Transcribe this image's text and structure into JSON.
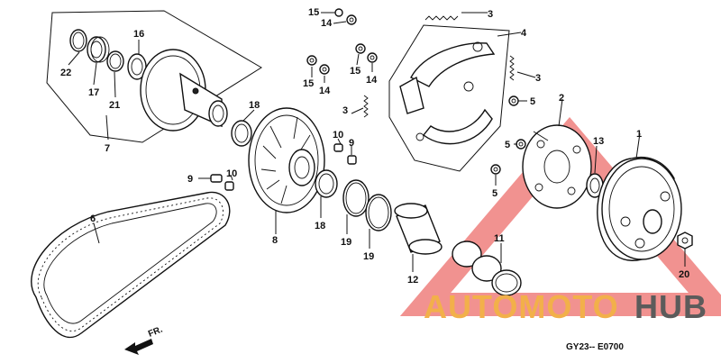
{
  "diagram": {
    "callouts": {
      "c1": "1",
      "c2": "2",
      "c3a": "3",
      "c3b": "3",
      "c3c": "3",
      "c4": "4",
      "c5a": "5",
      "c5b": "5",
      "c5c": "5",
      "c6": "6",
      "c7": "7",
      "c8": "8",
      "c9a": "9",
      "c9b": "9",
      "c10a": "10",
      "c10b": "10",
      "c11": "11",
      "c12": "12",
      "c13": "13",
      "c14a": "14",
      "c14b": "14",
      "c14c": "14",
      "c15a": "15",
      "c15b": "15",
      "c15c": "15",
      "c16": "16",
      "c17": "17",
      "c18a": "18",
      "c18b": "18",
      "c19a": "19",
      "c19b": "19",
      "c20": "20",
      "c21": "21",
      "c22": "22"
    },
    "front_label": "FR.",
    "drawing_code": "GY23-- E0700"
  },
  "watermark": {
    "part1": "AUTOMOTO",
    "part2": "HUB",
    "color_primary": "#f2b04a",
    "color_secondary": "#5b5b5b",
    "triangle_color": "#e53935"
  }
}
